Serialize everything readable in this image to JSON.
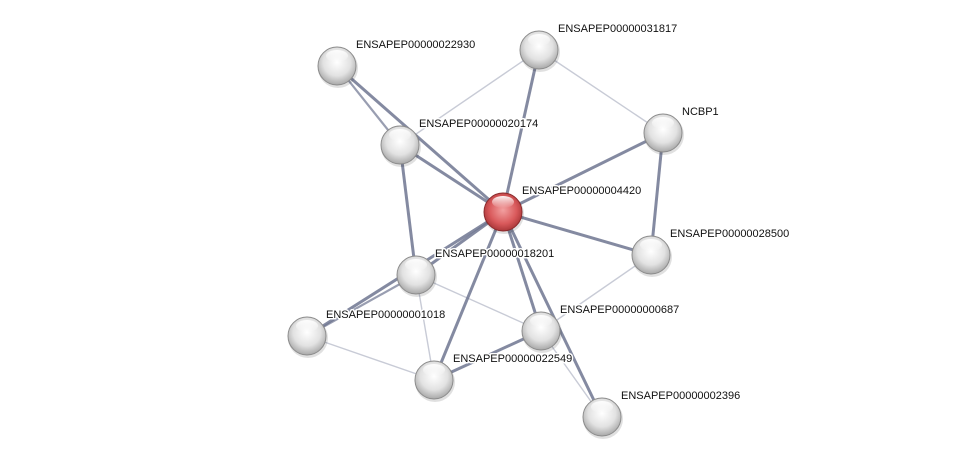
{
  "network": {
    "query_node": "ENSAPEP00000004420",
    "colors": {
      "query": "#d9595b",
      "node": "#e0e0e0",
      "edge": "#6e7590"
    },
    "nodes": [
      {
        "id": "ENSAPEP00000022930"
      },
      {
        "id": "ENSAPEP00000031817"
      },
      {
        "id": "ENSAPEP00000020174"
      },
      {
        "id": "NCBP1"
      },
      {
        "id": "ENSAPEP00000004420"
      },
      {
        "id": "ENSAPEP00000028500"
      },
      {
        "id": "ENSAPEP00000018201"
      },
      {
        "id": "ENSAPEP00000001018"
      },
      {
        "id": "ENSAPEP00000000687"
      },
      {
        "id": "ENSAPEP00000022549"
      },
      {
        "id": "ENSAPEP00000002396"
      }
    ],
    "edges": [
      {
        "a": "ENSAPEP00000022930",
        "b": "ENSAPEP00000004420",
        "strength": "strong"
      },
      {
        "a": "ENSAPEP00000022930",
        "b": "ENSAPEP00000020174",
        "strength": "medium"
      },
      {
        "a": "ENSAPEP00000020174",
        "b": "ENSAPEP00000004420",
        "strength": "strong"
      },
      {
        "a": "ENSAPEP00000020174",
        "b": "ENSAPEP00000031817",
        "strength": "weak"
      },
      {
        "a": "ENSAPEP00000020174",
        "b": "ENSAPEP00000018201",
        "strength": "strong"
      },
      {
        "a": "ENSAPEP00000031817",
        "b": "ENSAPEP00000004420",
        "strength": "strong"
      },
      {
        "a": "ENSAPEP00000031817",
        "b": "NCBP1",
        "strength": "weak"
      },
      {
        "a": "NCBP1",
        "b": "ENSAPEP00000004420",
        "strength": "strong"
      },
      {
        "a": "NCBP1",
        "b": "ENSAPEP00000028500",
        "strength": "strong"
      },
      {
        "a": "ENSAPEP00000028500",
        "b": "ENSAPEP00000004420",
        "strength": "strong"
      },
      {
        "a": "ENSAPEP00000028500",
        "b": "ENSAPEP00000000687",
        "strength": "weak"
      },
      {
        "a": "ENSAPEP00000018201",
        "b": "ENSAPEP00000004420",
        "strength": "strong"
      },
      {
        "a": "ENSAPEP00000001018",
        "b": "ENSAPEP00000004420",
        "strength": "strong"
      },
      {
        "a": "ENSAPEP00000001018",
        "b": "ENSAPEP00000018201",
        "strength": "medium"
      },
      {
        "a": "ENSAPEP00000001018",
        "b": "ENSAPEP00000022549",
        "strength": "weak"
      },
      {
        "a": "ENSAPEP00000018201",
        "b": "ENSAPEP00000000687",
        "strength": "weak"
      },
      {
        "a": "ENSAPEP00000018201",
        "b": "ENSAPEP00000022549",
        "strength": "weak"
      },
      {
        "a": "ENSAPEP00000022549",
        "b": "ENSAPEP00000004420",
        "strength": "strong"
      },
      {
        "a": "ENSAPEP00000022549",
        "b": "ENSAPEP00000000687",
        "strength": "strong"
      },
      {
        "a": "ENSAPEP00000000687",
        "b": "ENSAPEP00000004420",
        "strength": "strong"
      },
      {
        "a": "ENSAPEP00000002396",
        "b": "ENSAPEP00000004420",
        "strength": "strong"
      },
      {
        "a": "ENSAPEP00000002396",
        "b": "ENSAPEP00000000687",
        "strength": "weak"
      }
    ]
  }
}
